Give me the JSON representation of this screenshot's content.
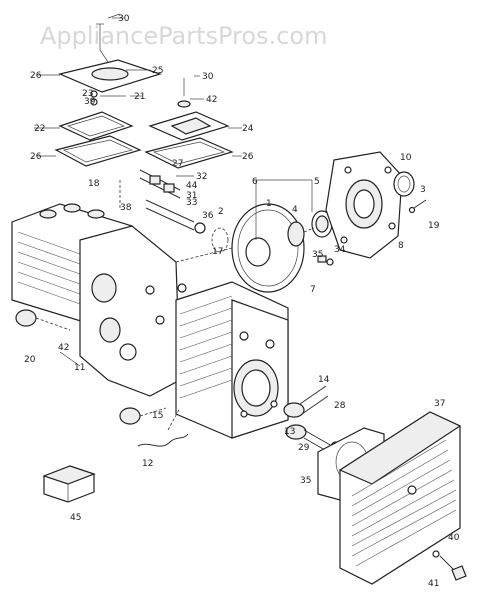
{
  "watermark": "AppliancePartsPros.com",
  "callouts": {
    "c1": "1",
    "c2": "2",
    "c3": "3",
    "c4": "4",
    "c5": "5",
    "c6": "6",
    "c7": "7",
    "c8": "8",
    "c10": "10",
    "c11": "11",
    "c12": "12",
    "c13": "13",
    "c14": "14",
    "c15": "15",
    "c17": "17",
    "c18": "18",
    "c19": "19",
    "c20": "20",
    "c21": "21",
    "c22": "22",
    "c23": "23",
    "c24": "24",
    "c25": "25",
    "c26a": "26",
    "c26b": "26",
    "c26c": "26",
    "c27": "27",
    "c28": "28",
    "c29": "29",
    "c30a": "30",
    "c30b": "30",
    "c31": "31",
    "c32": "32",
    "c33": "33",
    "c34": "34",
    "c35a": "35",
    "c35b": "35",
    "c36": "36",
    "c37": "37",
    "c38": "38",
    "c39": "39",
    "c40": "40",
    "c41": "41",
    "c42a": "42",
    "c42b": "42",
    "c44": "44",
    "c45": "45"
  }
}
